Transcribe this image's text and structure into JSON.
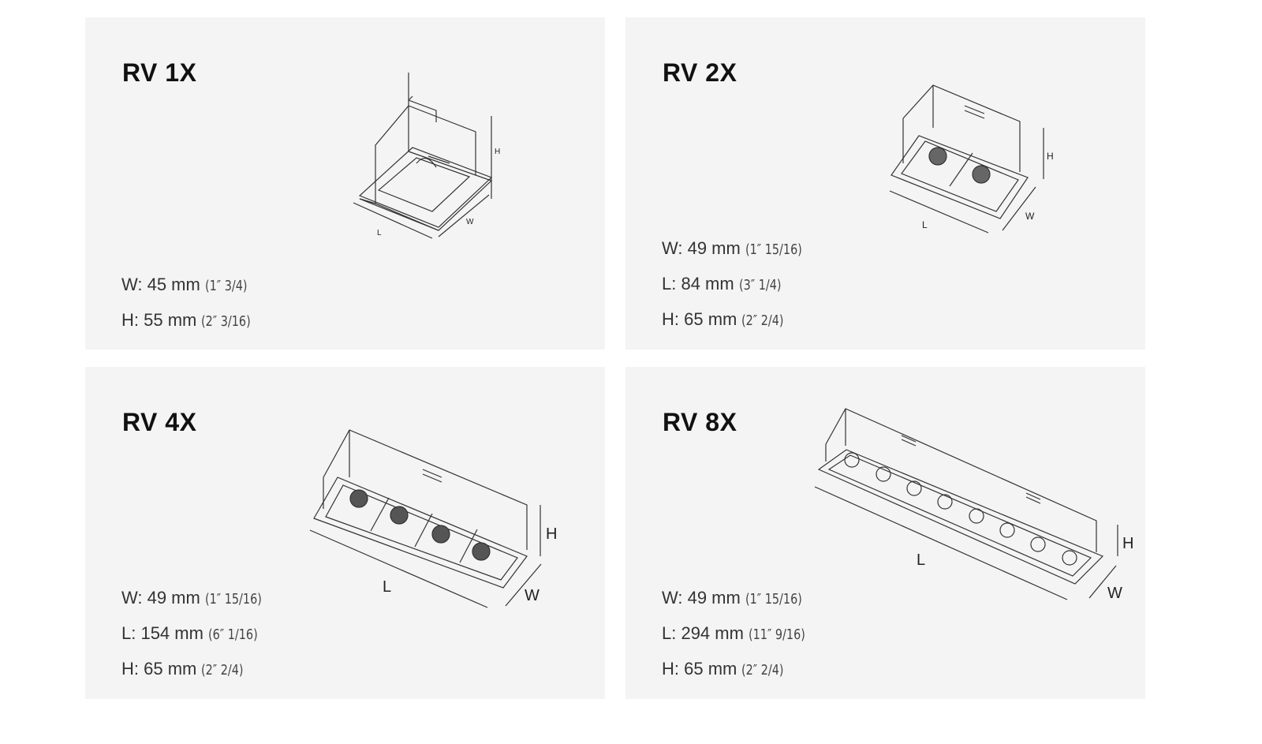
{
  "products": [
    {
      "title": "RV 1X",
      "specs": [
        {
          "label": "W: 45 mm",
          "imperial": "(1″ 3/4)"
        },
        {
          "label": "H: 55 mm",
          "imperial": "(2″ 3/16)"
        }
      ],
      "dims": {
        "l": "L",
        "w": "W",
        "h": "H"
      }
    },
    {
      "title": "RV 2X",
      "specs": [
        {
          "label": "W: 49 mm",
          "imperial": "(1″ 15/16)"
        },
        {
          "label": "L: 84 mm",
          "imperial": "(3″ 1/4)"
        },
        {
          "label": "H: 65 mm",
          "imperial": "(2″ 2/4)"
        }
      ],
      "dims": {
        "l": "L",
        "w": "W",
        "h": "H"
      }
    },
    {
      "title": "RV 4X",
      "specs": [
        {
          "label": "W: 49 mm",
          "imperial": "(1″ 15/16)"
        },
        {
          "label": "L: 154 mm",
          "imperial": "(6″ 1/16)"
        },
        {
          "label": "H: 65 mm",
          "imperial": "(2″ 2/4)"
        }
      ],
      "dims": {
        "l": "L",
        "w": "W",
        "h": "H"
      }
    },
    {
      "title": "RV 8X",
      "specs": [
        {
          "label": "W: 49 mm",
          "imperial": "(1″ 15/16)"
        },
        {
          "label": "L: 294 mm",
          "imperial": "(11″ 9/16)"
        },
        {
          "label": "H: 65 mm",
          "imperial": "(2″ 2/4)"
        }
      ],
      "dims": {
        "l": "L",
        "w": "W",
        "h": "H"
      }
    }
  ]
}
